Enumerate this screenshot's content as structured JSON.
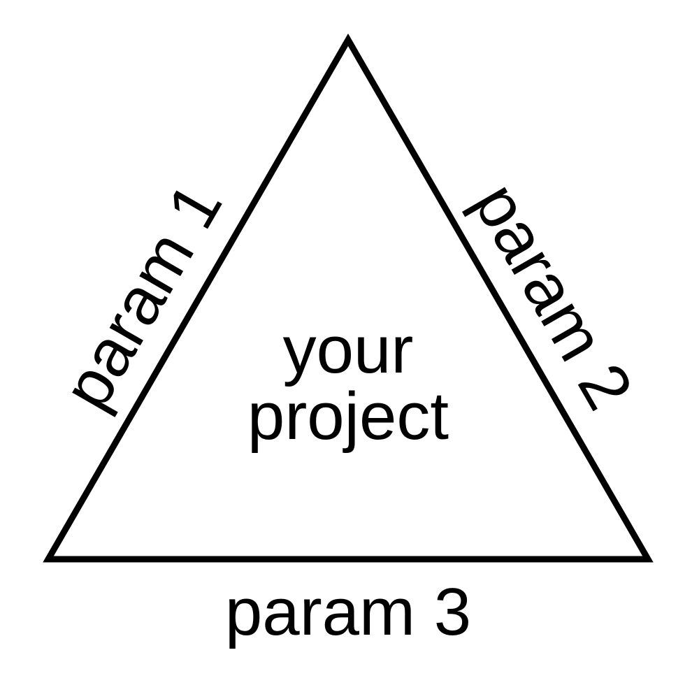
{
  "diagram": {
    "center_label_line1": "your",
    "center_label_line2": "project",
    "left_edge_label": "param 1",
    "right_edge_label": "param 2",
    "bottom_edge_label": "param 3"
  },
  "colors": {
    "stroke": "#000000",
    "fill": "#ffffff",
    "text": "#000000"
  }
}
